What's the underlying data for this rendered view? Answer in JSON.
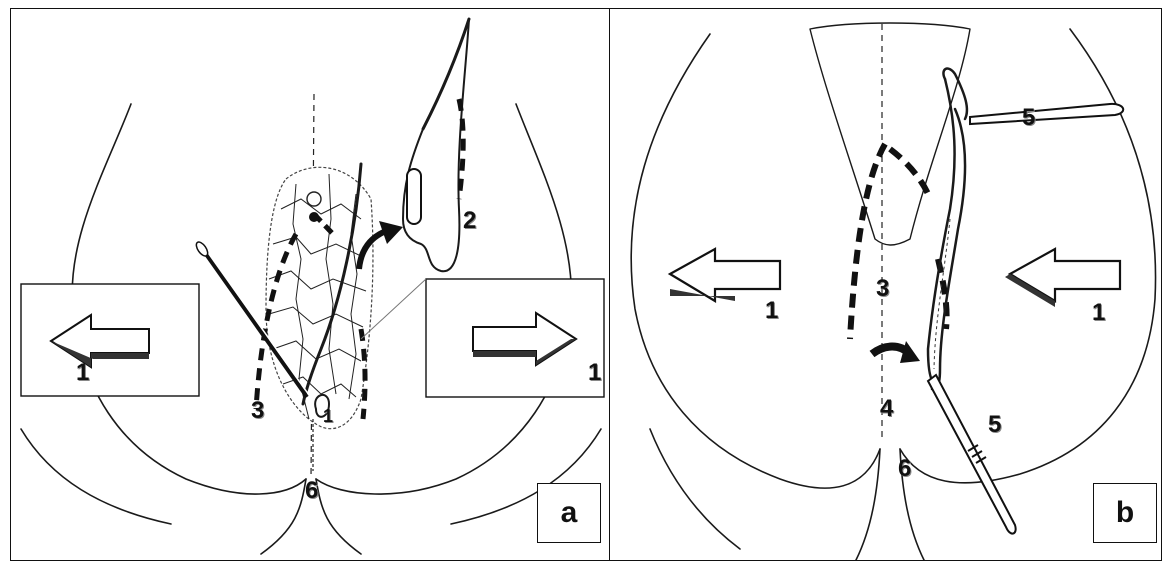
{
  "panels": [
    {
      "letter": "a",
      "labels": {
        "tape_left": "1",
        "tape_right": "1",
        "flap": "2",
        "incision": "3",
        "needle": "1",
        "cleft": "6"
      }
    },
    {
      "letter": "b",
      "labels": {
        "arrow_left": "1",
        "arrow_right": "1",
        "incision": "3",
        "suture_point": "4",
        "instrument_top": "5",
        "instrument_bottom": "5",
        "cleft": "6"
      }
    }
  ],
  "colors": {
    "line": "#1a1a1a",
    "background": "#ffffff"
  }
}
